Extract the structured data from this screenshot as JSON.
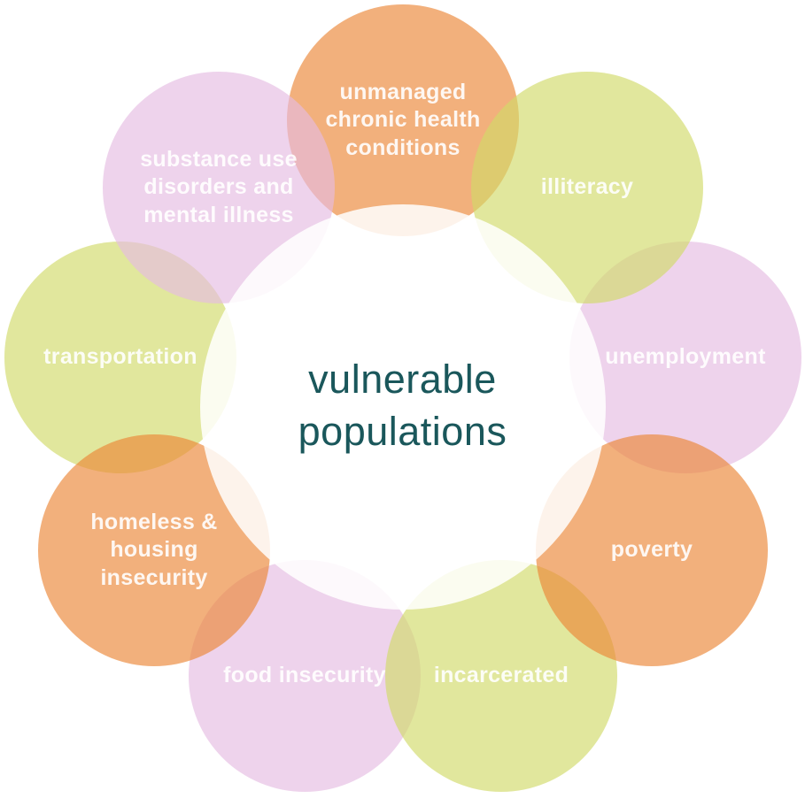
{
  "center": {
    "title": "vulnerable\npopulations",
    "title_color": "#1A575B"
  },
  "palette": {
    "orange_base": "#EB8535",
    "green_base": "#D1DA68",
    "purple_base": "#E5BBE2",
    "orange_on_white": "#F2B07C",
    "green_on_white": "#E1E79D",
    "purple_on_white": "#EED3EC",
    "label_text": "#F0EDEC",
    "background": "#FFFFFF"
  },
  "circles": [
    {
      "label": "unmanaged\nchronic health\nconditions",
      "color": "orange",
      "position": "top"
    },
    {
      "label": "illiteracy",
      "color": "green",
      "position": "upper-right"
    },
    {
      "label": "unemployment",
      "color": "purple",
      "position": "right"
    },
    {
      "label": "poverty",
      "color": "orange",
      "position": "lower-right"
    },
    {
      "label": "incarcerated",
      "color": "green",
      "position": "bottom-right"
    },
    {
      "label": "food insecurity",
      "color": "purple",
      "position": "bottom-left"
    },
    {
      "label": "homeless &\nhousing\ninsecurity",
      "color": "orange",
      "position": "lower-left"
    },
    {
      "label": "transportation",
      "color": "green",
      "position": "left"
    },
    {
      "label": "substance use\ndisorders and\nmental illness",
      "color": "purple",
      "position": "upper-left"
    }
  ]
}
